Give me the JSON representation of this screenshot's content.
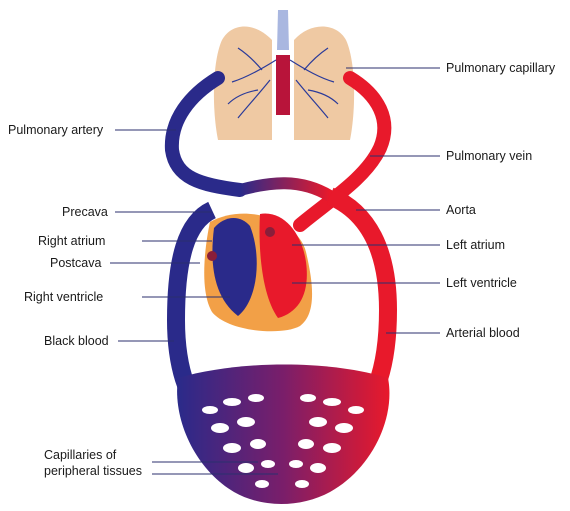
{
  "labels": {
    "pulmonary_capillary": "Pulmonary capillary",
    "pulmonary_artery": "Pulmonary artery",
    "pulmonary_vein": "Pulmonary vein",
    "precava": "Precava",
    "aorta": "Aorta",
    "right_atrium": "Right atrium",
    "left_atrium": "Left atrium",
    "postcava": "Postcava",
    "left_ventricle": "Left ventricle",
    "right_ventricle": "Right ventricle",
    "arterial_blood": "Arterial blood",
    "black_blood": "Black blood",
    "capillaries_line1": "Capillaries of",
    "capillaries_line2": "peripheral tissues"
  },
  "colors": {
    "venous": "#2a2a8a",
    "arterial": "#e8192b",
    "lung": "#efc9a3",
    "heart": "#f2a047",
    "trachea": "#a9b7e0"
  }
}
